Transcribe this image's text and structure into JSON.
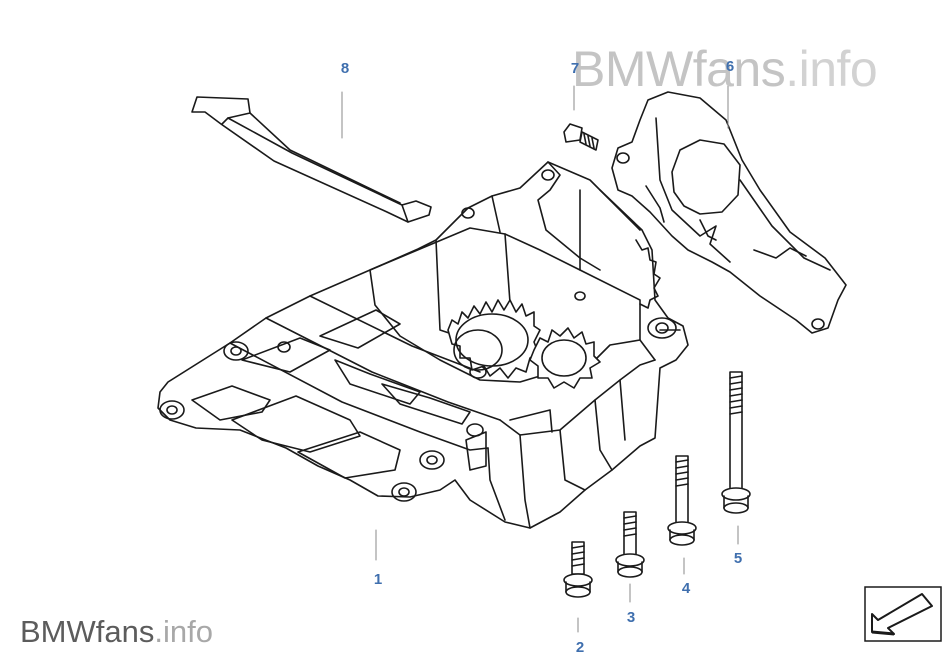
{
  "watermark": {
    "brand_main": "BMWfans",
    "brand_suffix": ".info"
  },
  "callouts": [
    {
      "id": "1",
      "label": "1"
    },
    {
      "id": "2",
      "label": "2"
    },
    {
      "id": "3",
      "label": "3"
    },
    {
      "id": "4",
      "label": "4"
    },
    {
      "id": "5",
      "label": "5"
    },
    {
      "id": "6",
      "label": "6"
    },
    {
      "id": "7",
      "label": "7"
    },
    {
      "id": "8",
      "label": "8"
    }
  ],
  "colors": {
    "callout": "#3f6fae",
    "line": "#1a1a1a",
    "leader": "#8a8a8a",
    "watermark_light": "#c4c4c4",
    "watermark_dark": "#5c5c5c"
  },
  "icons": {
    "reference_box": "arrow-down-left-icon"
  }
}
